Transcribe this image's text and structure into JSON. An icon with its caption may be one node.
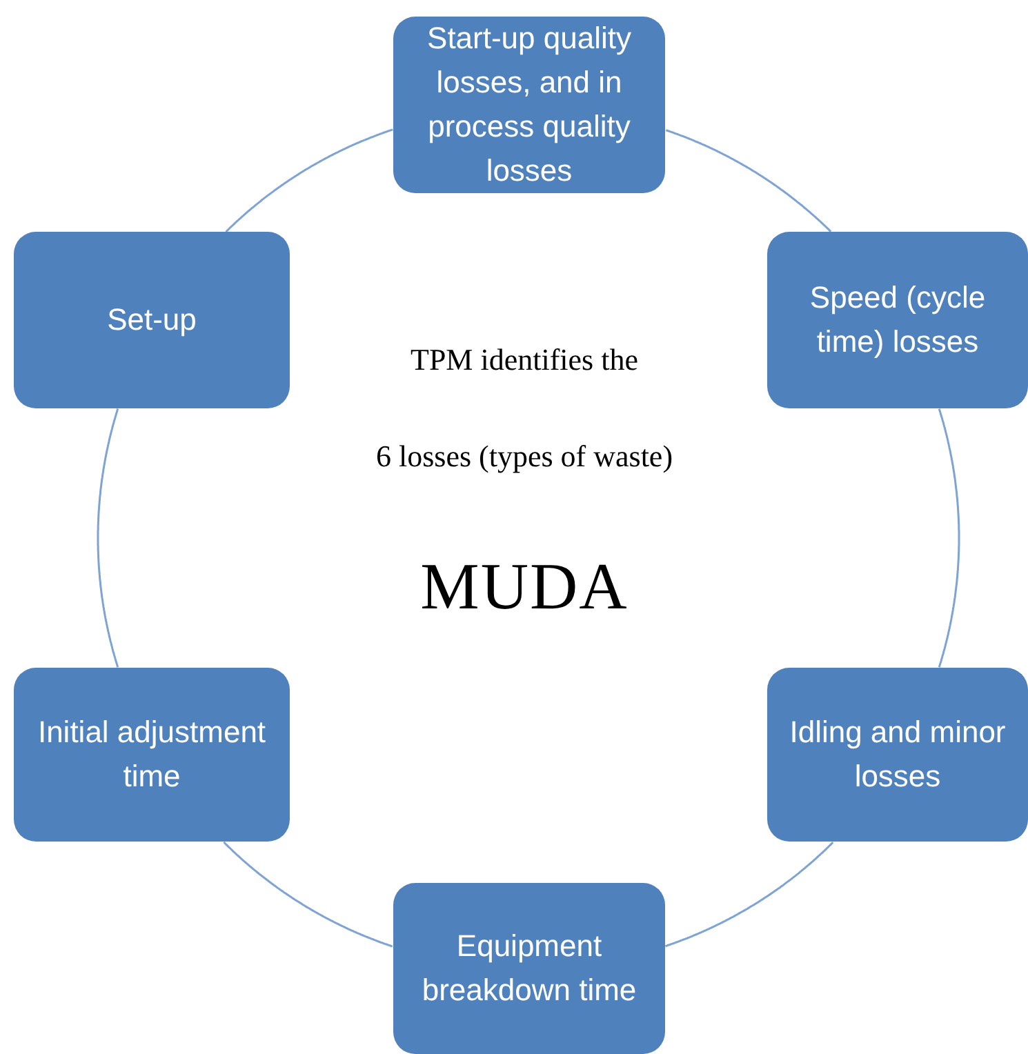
{
  "diagram": {
    "nodes": [
      {
        "text": [
          "Start-up quality losses, and in process quality losses"
        ]
      },
      {
        "text": [
          "Speed (cycle time) losses"
        ]
      },
      {
        "text": [
          "Idling and minor losses"
        ]
      },
      {
        "text": [
          "Equipment breakdown time"
        ]
      },
      {
        "text": [
          "Initial adjustment time"
        ]
      },
      {
        "text": [
          "Set-up"
        ]
      }
    ],
    "edges": [
      {
        "from": 0,
        "to": 1,
        "arrow": "none"
      },
      {
        "from": 1,
        "to": 2,
        "arrow": "none"
      },
      {
        "from": 2,
        "to": 3,
        "arrow": "none"
      },
      {
        "from": 3,
        "to": 4,
        "arrow": "none"
      },
      {
        "from": 4,
        "to": 5,
        "arrow": "none"
      },
      {
        "from": 5,
        "to": 0,
        "arrow": "none"
      }
    ],
    "labels": [
      "TPM identifies the",
      "6 losses (types of waste)",
      "MUDA"
    ]
  }
}
